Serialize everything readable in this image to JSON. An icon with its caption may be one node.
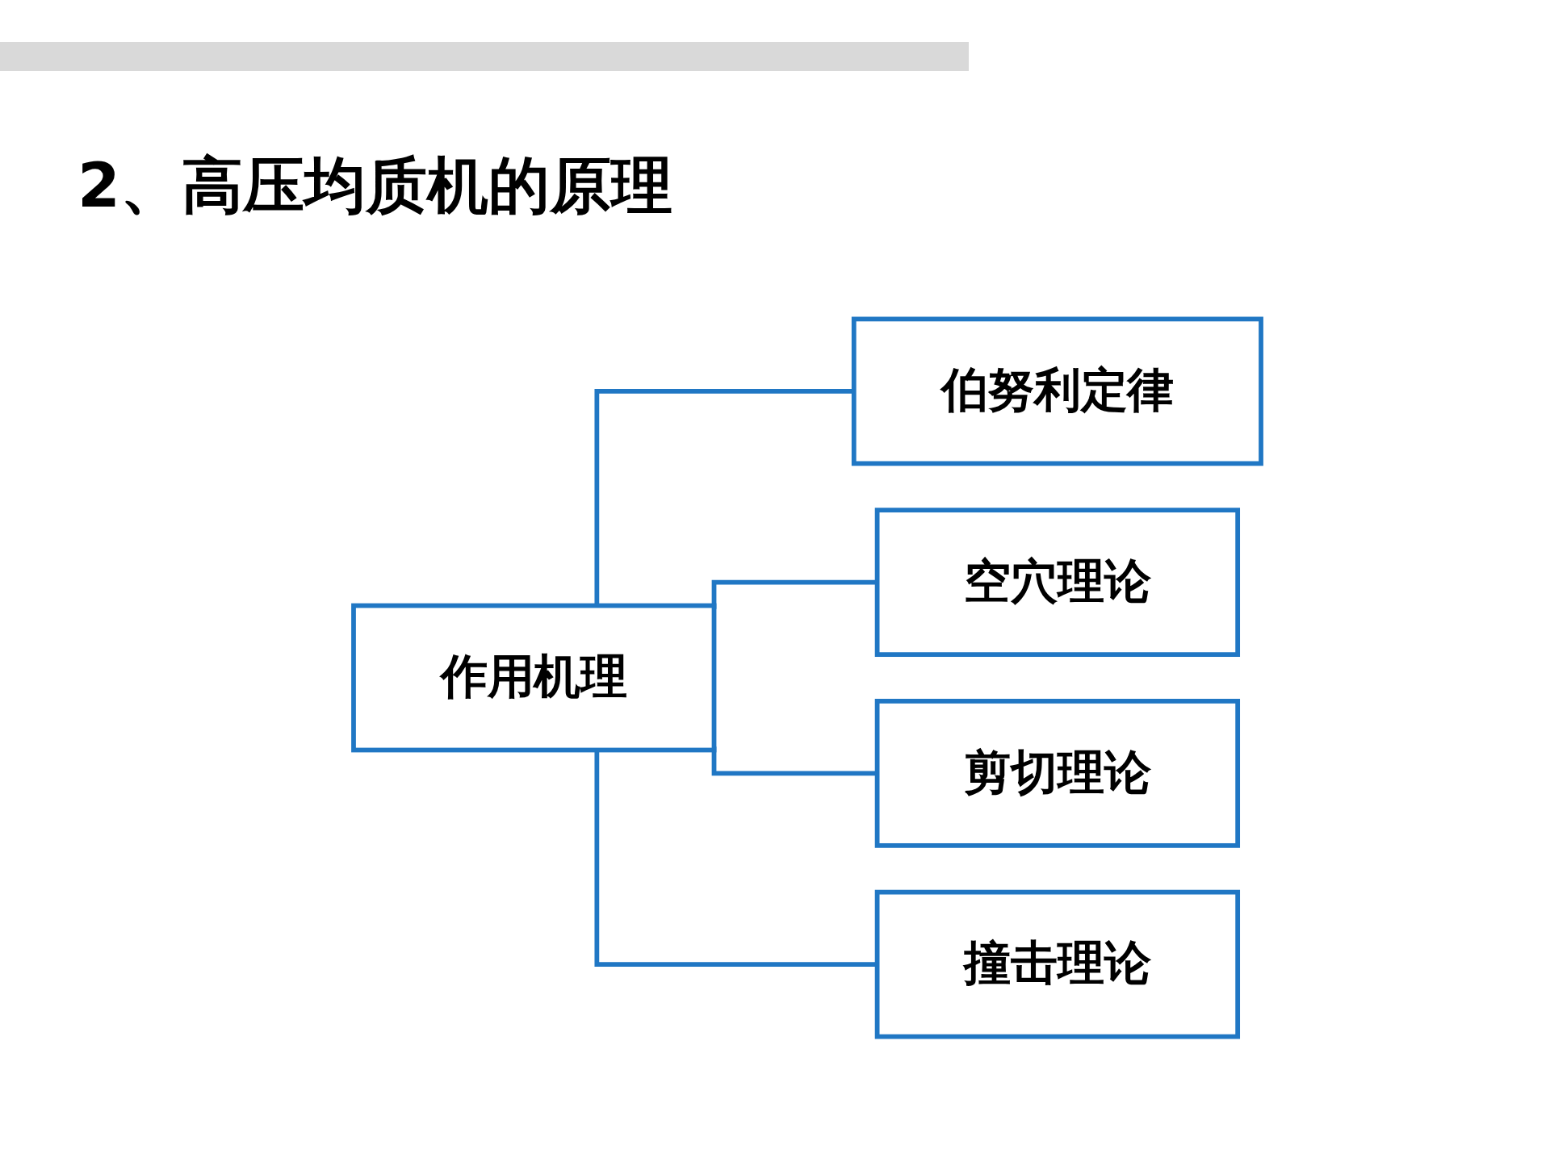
{
  "diagram": {
    "title": "2、高压均质机的原理",
    "nodes": [
      {
        "text": [
          "作用机理"
        ]
      },
      {
        "text": [
          "伯努利定律"
        ]
      },
      {
        "text": [
          "空穴理论"
        ]
      },
      {
        "text": [
          "剪切理论"
        ]
      },
      {
        "text": [
          "撞击理论"
        ]
      }
    ],
    "edges": [
      {
        "from": 0,
        "to": 1,
        "arrow": "none"
      },
      {
        "from": 0,
        "to": 2,
        "arrow": "none"
      },
      {
        "from": 0,
        "to": 3,
        "arrow": "none"
      },
      {
        "from": 0,
        "to": 4,
        "arrow": "none"
      }
    ]
  }
}
